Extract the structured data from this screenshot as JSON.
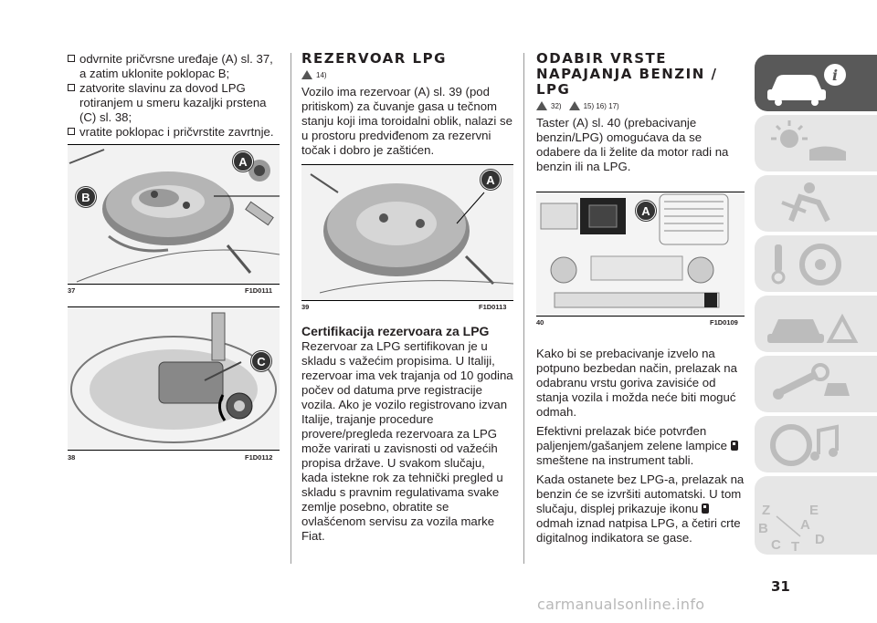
{
  "col1": {
    "bullets": [
      "odvrnite pričvrsne uređaje (A) sl. 37, a zatim uklonite poklopac B;",
      "zatvorite slavinu za dovod LPG rotiranjem u smeru kazaljki prstena (C) sl. 38;",
      "vratite poklopac i pričvrstite zavrtnje."
    ],
    "fig37": {
      "number": "37",
      "code": "F1D0111",
      "label_a": "A",
      "label_b": "B"
    },
    "fig38": {
      "number": "38",
      "code": "F1D0112",
      "label_c": "C"
    }
  },
  "col2": {
    "title": "REZERVOAR LPG",
    "refs": "14)",
    "para1": "Vozilo ima rezervoar (A) sl. 39 (pod pritiskom) za čuvanje gasa u tečnom stanju koji ima toroidalni oblik, nalazi se u prostoru predviđenom za rezervni točak i dobro je zaštićen.",
    "fig39": {
      "number": "39",
      "code": "F1D0113",
      "label_a": "A"
    },
    "subtitle": "Certifikacija rezervoara za LPG",
    "para2": "Rezervoar za LPG sertifikovan je u skladu s važećim propisima. U Italiji, rezervoar ima vek trajanja od 10 godina počev od datuma prve registracije vozila. Ako je vozilo registrovano izvan Italije, trajanje procedure provere/pregleda rezervoara za LPG može varirati u zavisnosti od važećih propisa države. U svakom slučaju, kada istekne rok za tehnički pregled u skladu s pravnim regulativama svake zemlje posebno, obratite se ovlašćenom servisu za vozila marke Fiat."
  },
  "col3": {
    "title_line1": "ODABIR VRSTE",
    "title_line2": "NAPAJANJA BENZIN /",
    "title_line3": "LPG",
    "refs_a": "32)",
    "refs_b": "15) 16) 17)",
    "para1": "Taster (A) sl. 40 (prebacivanje benzin/LPG) omogućava da se odabere da li želite da motor radi na benzin ili na LPG.",
    "fig40": {
      "number": "40",
      "code": "F1D0109",
      "label_a": "A"
    },
    "para2": "Kako bi se prebacivanje izvelo na potpuno bezbedan način, prelazak na odabranu vrstu goriva zavisiće od stanja vozila i možda neće biti moguć odmah.",
    "para3a": "Efektivni prelazak biće potvrđen paljenjem/gašanjem zelene lampice",
    "para3b": "smeštene na instrument tabli.",
    "para4a": "Kada ostanete bez LPG-a, prelazak na benzin će se izvršiti automatski. U tom slučaju, displej prikazuje ikonu",
    "para4b": "odmah iznad natpisa LPG, a četiri crte digitalnog indikatora se gase."
  },
  "tabs": {
    "zebra_letters": [
      "Z",
      "E",
      "B",
      "A",
      "C",
      "T",
      "D"
    ],
    "icons": [
      "car-info-icon",
      "dashboard-lights-icon",
      "airbag-person-icon",
      "steering-icon",
      "warning-car-icon",
      "maintenance-icon",
      "audio-icon",
      "index-icon"
    ]
  },
  "page_number": "31",
  "footer": "carmanualsonline.info",
  "colors": {
    "tab_active": "#595959",
    "tab_inactive": "#e6e6e6",
    "icon_inactive": "#bcbcbc"
  }
}
